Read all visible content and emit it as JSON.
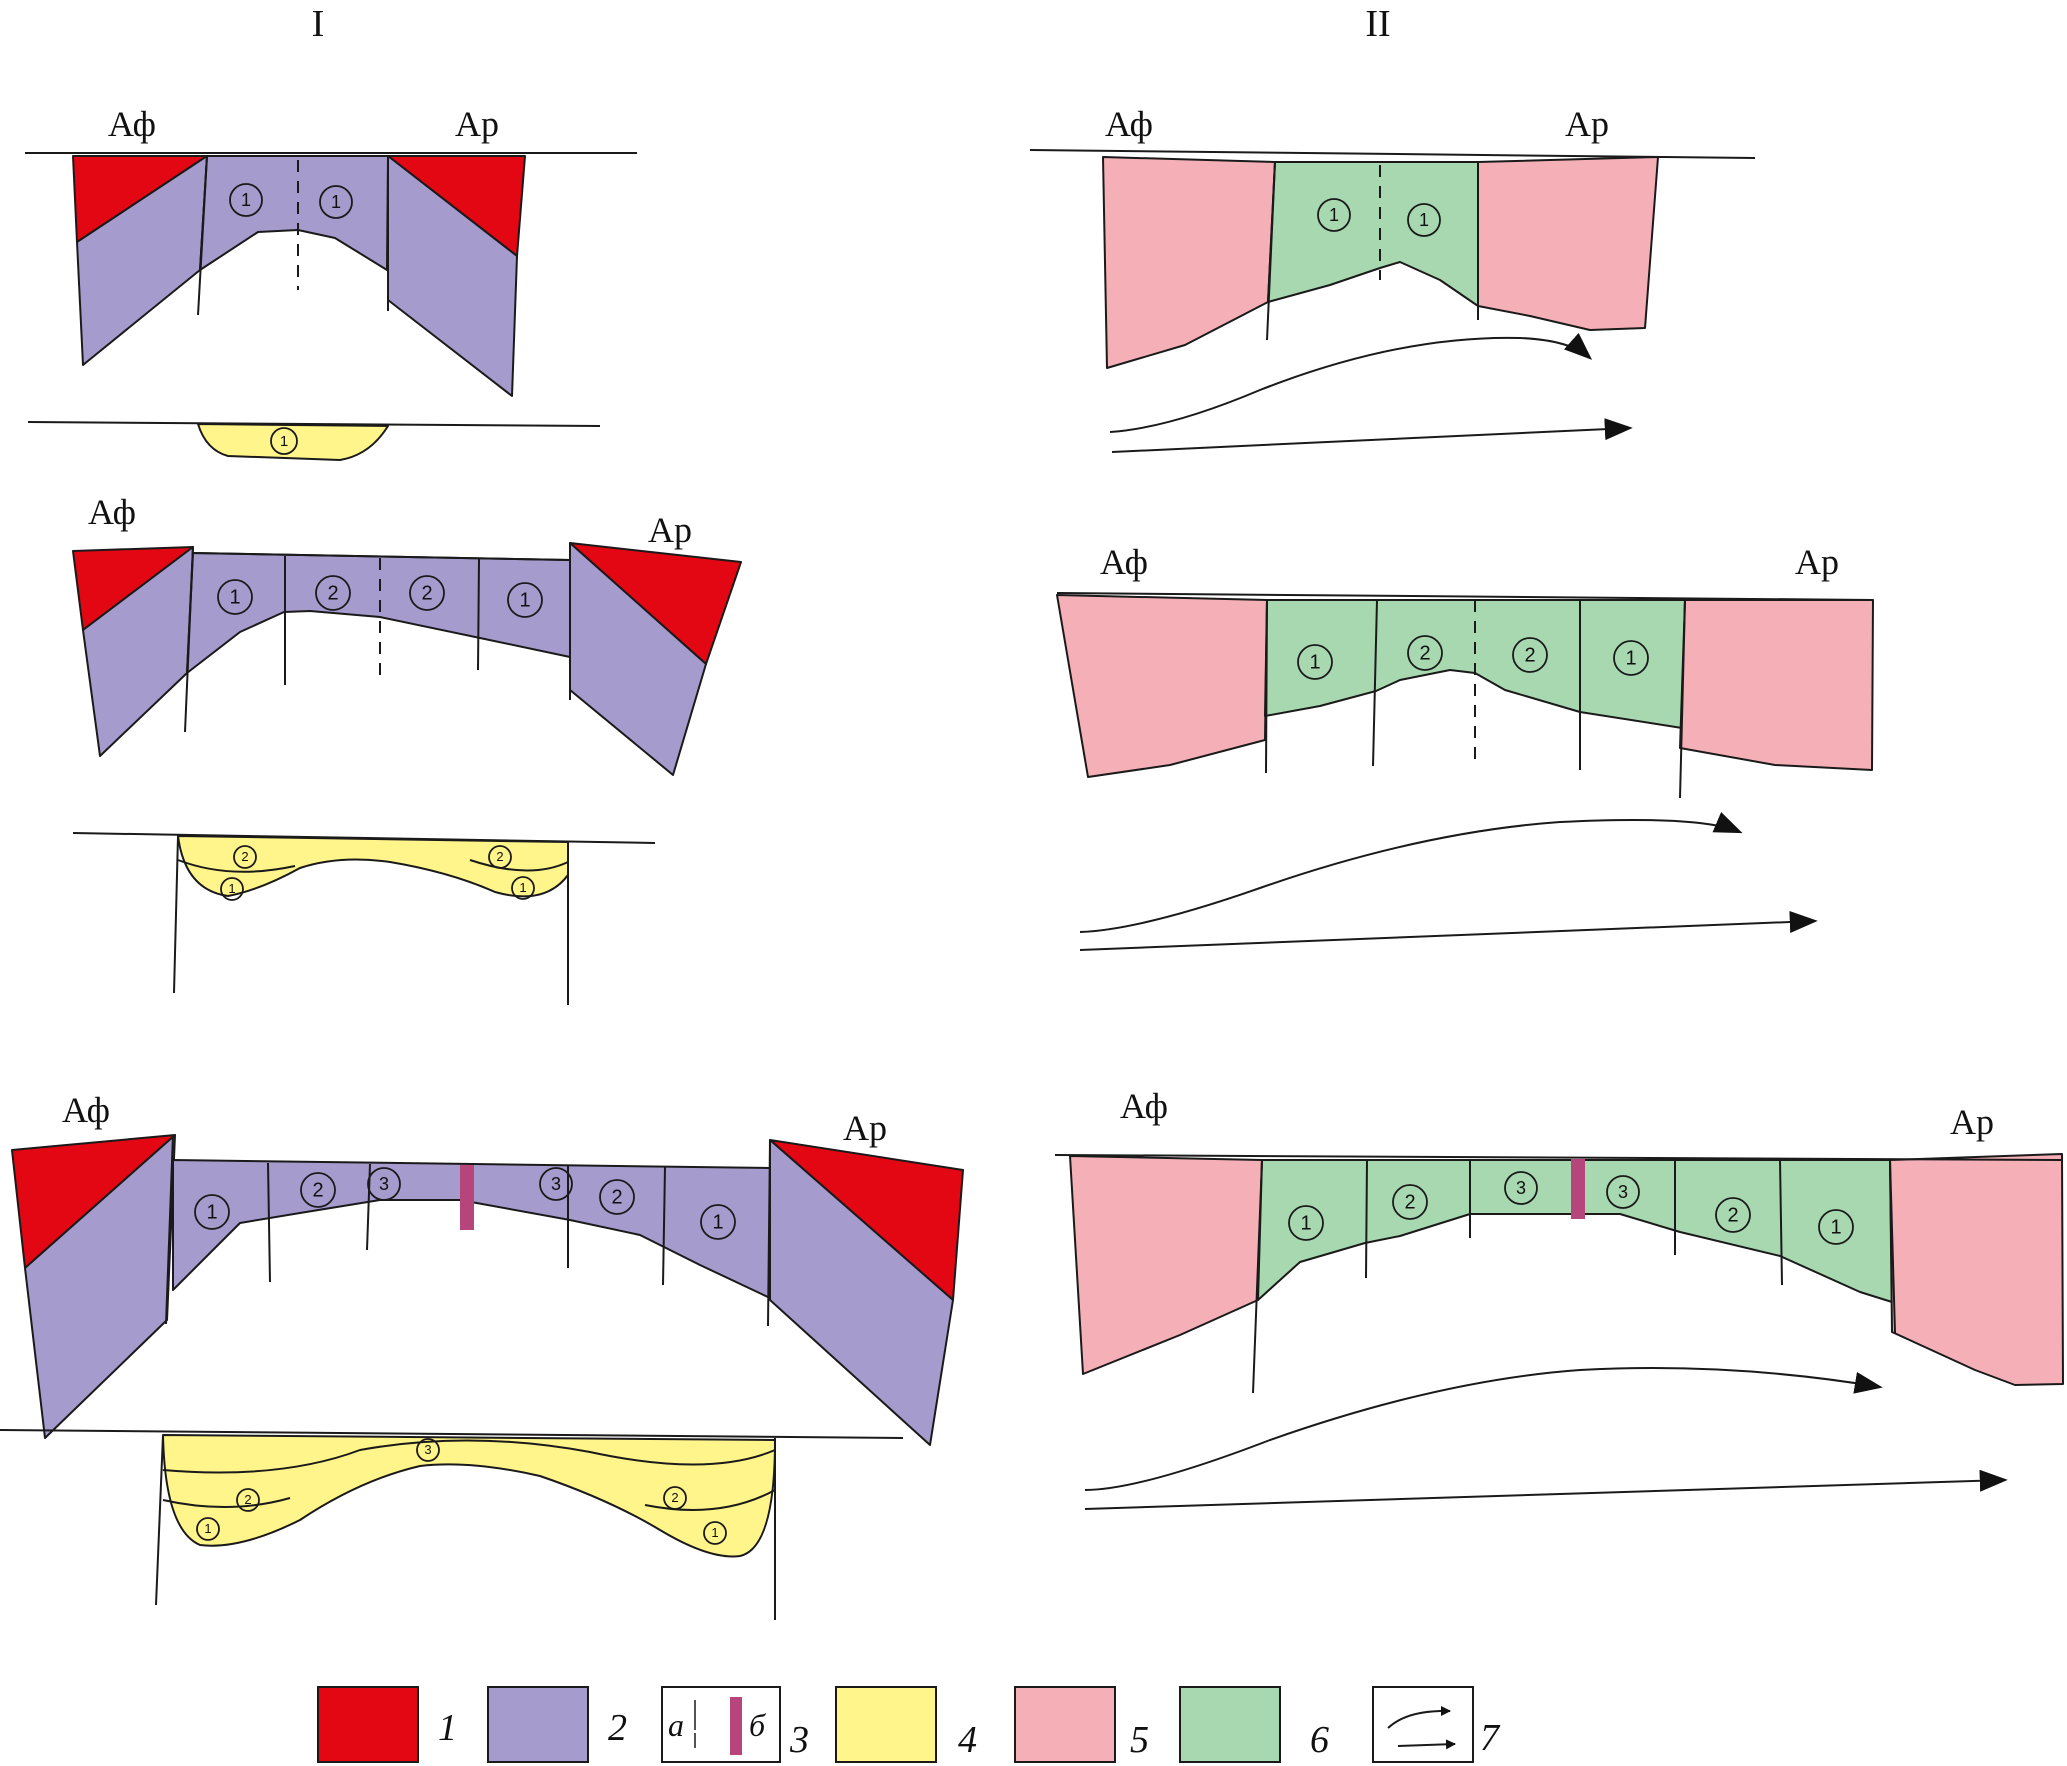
{
  "columns": [
    "I",
    "II"
  ],
  "labels": {
    "left": "Аф",
    "right": "Ар"
  },
  "zone_numbers": [
    "1",
    "2",
    "3"
  ],
  "colors": {
    "red": "#e30613",
    "purple": "#a59bcd",
    "yellow": "#fff58a",
    "pink": "#f5b0b7",
    "green": "#a8d8b0",
    "magenta": "#b5457a",
    "line": "#1a1a1a"
  },
  "legend": [
    {
      "number": "1",
      "color_key": "red"
    },
    {
      "number": "2",
      "color_key": "purple"
    },
    {
      "number": "3",
      "sub_a": "а",
      "sub_b": "б"
    },
    {
      "number": "4",
      "color_key": "yellow"
    },
    {
      "number": "5",
      "color_key": "pink"
    },
    {
      "number": "6",
      "color_key": "green"
    },
    {
      "number": "7",
      "icon": "arrows-icon"
    }
  ]
}
